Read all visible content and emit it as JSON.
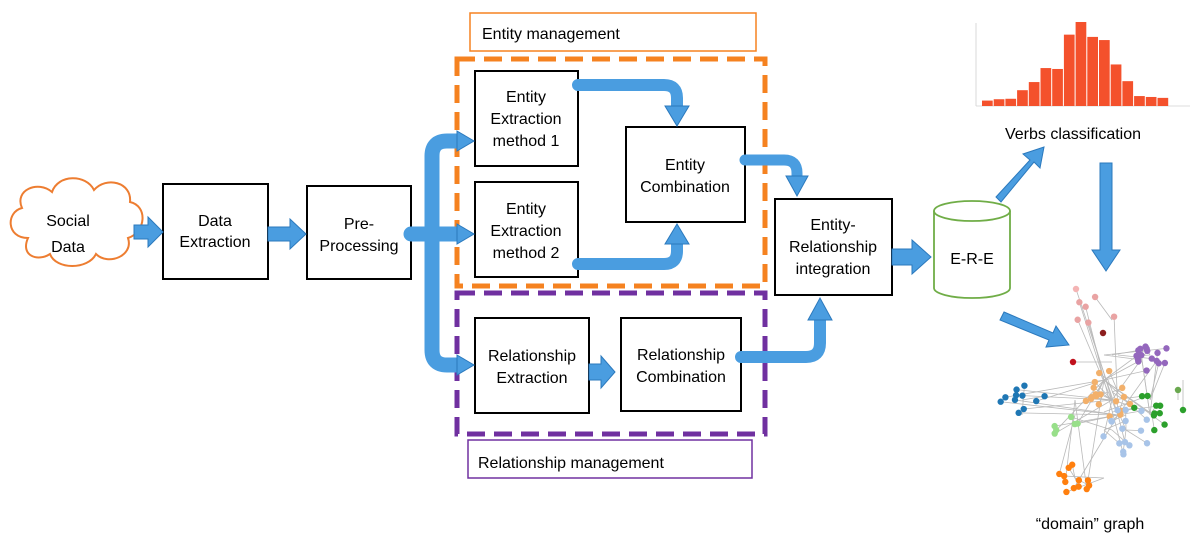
{
  "colors": {
    "arrow_blue": "#4a9de0",
    "entity_orange": "#f58220",
    "relationship_purple": "#7030a0",
    "cloud_orange": "#ed7d31",
    "cylinder_green": "#70ad47",
    "histogram_red": "#f4512c"
  },
  "source": {
    "line1": "Social",
    "line2": "Data"
  },
  "steps": {
    "data_extraction": [
      "Data",
      "Extraction"
    ],
    "pre_processing": [
      "Pre-",
      "Processing"
    ],
    "entity_method1": [
      "Entity",
      "Extraction",
      "method 1"
    ],
    "entity_method2": [
      "Entity",
      "Extraction",
      "method 2"
    ],
    "entity_combination": [
      "Entity",
      "Combination"
    ],
    "relationship_extraction": [
      "Relationship",
      "Extraction"
    ],
    "relationship_combination": [
      "Relationship",
      "Combination"
    ],
    "integration": [
      "Entity-",
      "Relationship",
      "integration"
    ]
  },
  "groups": {
    "entity": "Entity management",
    "relationship": "Relationship management"
  },
  "store": "E-R-E",
  "outputs": {
    "verbs": "Verbs classification",
    "graph": "“domain” graph"
  },
  "histogram": {
    "values": [
      1.2,
      1.5,
      1.6,
      3.5,
      5.3,
      8.4,
      8.2,
      15.8,
      18.6,
      15.3,
      14.6,
      9.2,
      5.5,
      2.2,
      2.0,
      1.8
    ]
  }
}
